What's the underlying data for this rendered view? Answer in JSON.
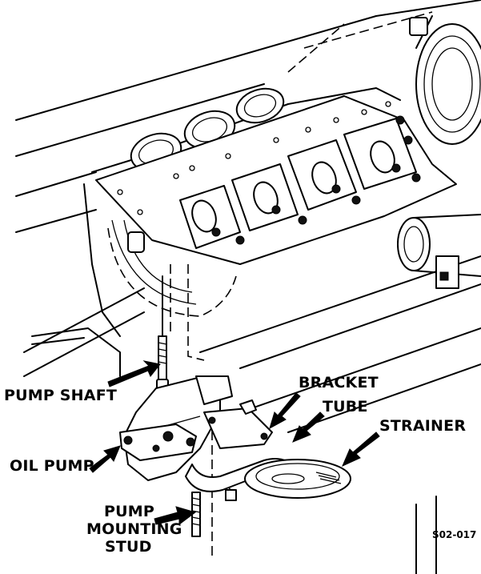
{
  "labels": {
    "pump_shaft": "PUMP SHAFT",
    "oil_pump": "OIL PUMP",
    "bracket": "BRACKET",
    "tube": "TUBE",
    "strainer": "STRAINER",
    "stud_line1": "PUMP",
    "stud_line2": "MOUNTING",
    "stud_line3": "STUD"
  },
  "figure_code": "S02-017"
}
